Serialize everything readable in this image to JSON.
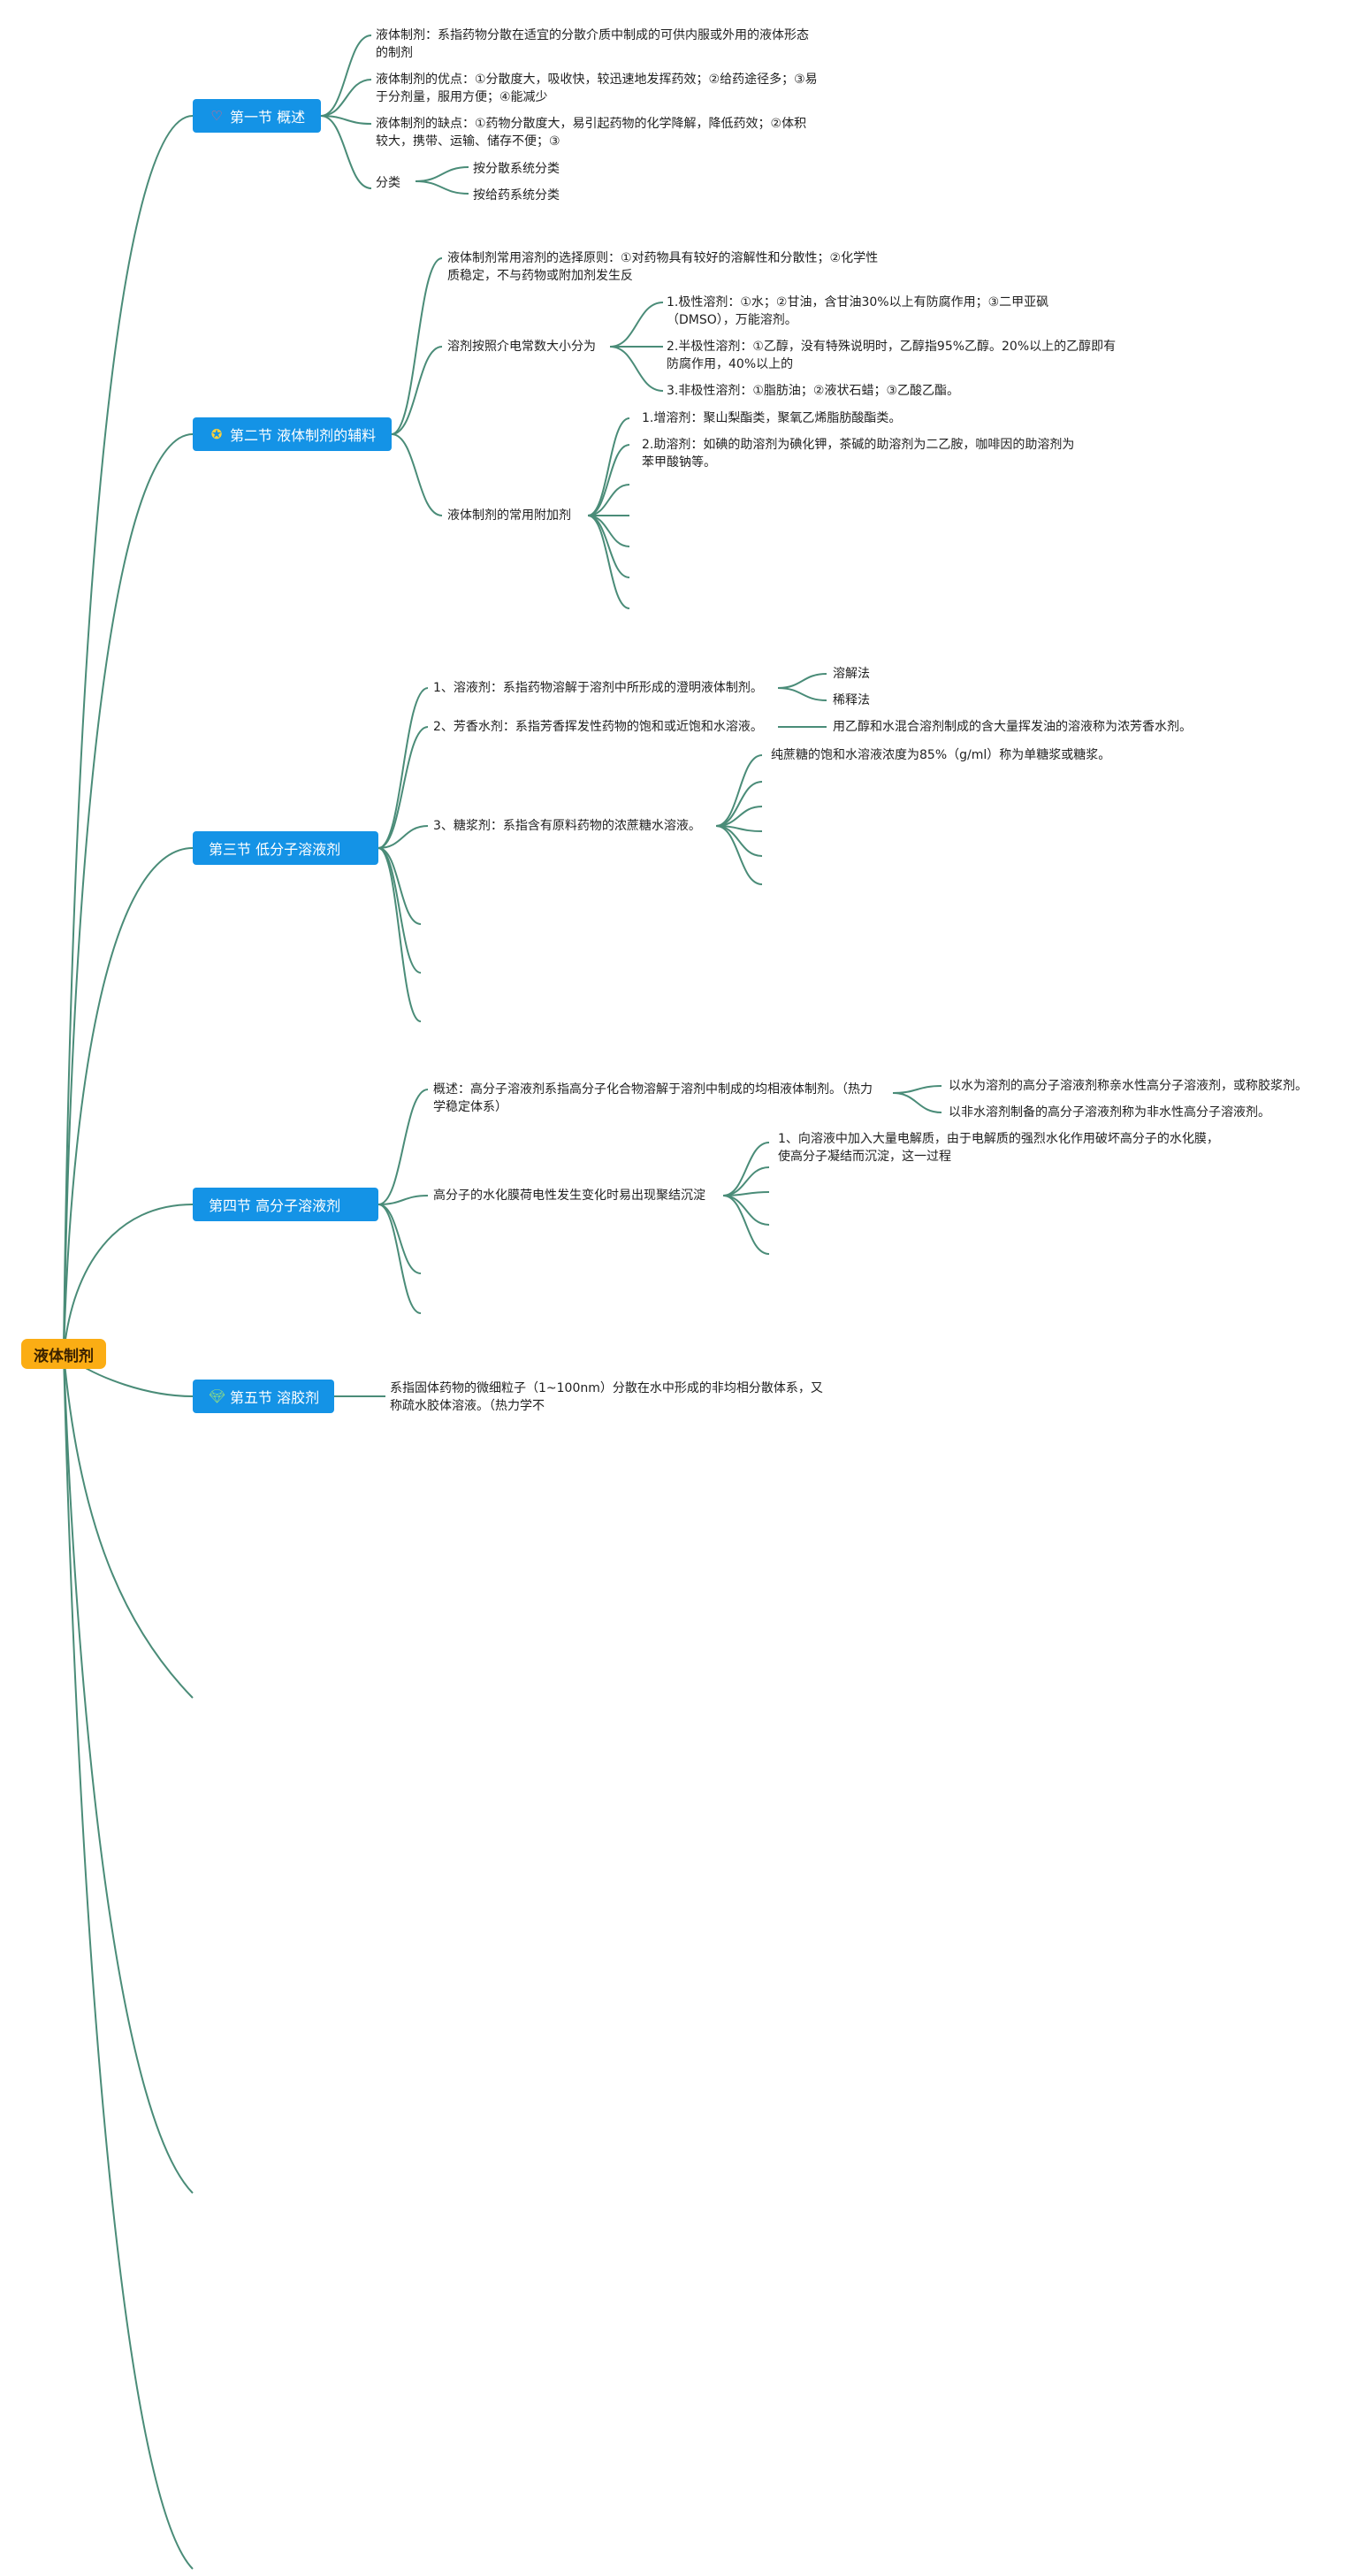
{
  "root": {
    "label": "液体制剂"
  },
  "sections": [
    {
      "label": "第一节 概述",
      "icon": "heart-icon",
      "items": [
        "液体制剂：系指药物分散在适宜的分散介质中制成的可供内服或外用的液体形态的制剂",
        "液体制剂的优点：①分散度大，吸收快，较迅速地发挥药效；②给药途径多；③易于分剂量，服用方便；④能减少",
        "液体制剂的缺点：①药物分散度大，易引起药物的化学降解，降低药效；②体积较大，携带、运输、储存不便；③",
        "分类"
      ],
      "classification": [
        "按分散系统分类",
        "按给药系统分类"
      ]
    },
    {
      "label": "第二节 液体制剂的辅料",
      "icon": "badge-icon",
      "items": [
        "液体制剂常用溶剂的选择原则：①对药物具有较好的溶解性和分散性；②化学性质稳定，不与药物或附加剂发生反",
        "溶剂按照介电常数大小分为",
        "液体制剂的常用附加剂"
      ],
      "solvent_types": [
        "1.极性溶剂：①水；②甘油，含甘油30%以上有防腐作用；③二甲亚砜（DMSO），万能溶剂。",
        "2.半极性溶剂：①乙醇，没有特殊说明时，乙醇指95%乙醇。20%以上的乙醇即有防腐作用，40%以上的",
        "3.非极性溶剂：①脂肪油；②液状石蜡；③乙酸乙酯。"
      ],
      "additives": [
        "1.增溶剂：聚山梨酯类，聚氧乙烯脂肪酸酯类。",
        "2.助溶剂：如碘的助溶剂为碘化钾，茶碱的助溶剂为二乙胺，咖啡因的助溶剂为苯甲酸钠等。"
      ]
    },
    {
      "label": "第三节 低分子溶液剂",
      "items": [
        "1、溶液剂：系指药物溶解于溶剂中所形成的澄明液体制剂。",
        "2、芳香水剂：系指芳香挥发性药物的饱和或近饱和水溶液。",
        "3、糖浆剂：系指含有原料药物的浓蔗糖水溶液。"
      ],
      "solution_methods": [
        "溶解法",
        "稀释法"
      ],
      "aromatic_note": "用乙醇和水混合溶剂制成的含大量挥发油的溶液称为浓芳香水剂。",
      "syrup_note": "纯蔗糖的饱和水溶液浓度为85%（g/ml）称为单糖浆或糖浆。"
    },
    {
      "label": "第四节 高分子溶液剂",
      "items": [
        "概述：高分子溶液剂系指高分子化合物溶解于溶剂中制成的均相液体制剂。（热力学稳定体系）",
        "高分子的水化膜荷电性发生变化时易出现聚结沉淀"
      ],
      "overview_children": [
        "以水为溶剂的高分子溶液剂称亲水性高分子溶液剂，或称胶浆剂。",
        "以非水溶剂制备的高分子溶液剂称为非水性高分子溶液剂。"
      ],
      "aggregation_children": [
        "1、向溶液中加入大量电解质，由于电解质的强烈水化作用破坏高分子的水化膜，使高分子凝结而沉淀，这一过程"
      ]
    },
    {
      "label": "第五节 溶胶剂",
      "icon": "gem-icon",
      "items": [
        "系指固体药物的微细粒子（1~100nm）分散在水中形成的非均相分散体系，又称疏水胶体溶液。（热力学不"
      ]
    }
  ],
  "colors": {
    "root": "#fbad14",
    "section": "#1493e6",
    "link": "#4a8c78"
  }
}
